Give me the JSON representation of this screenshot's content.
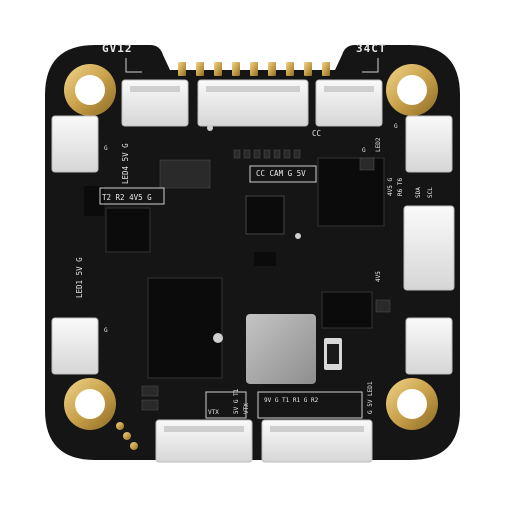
{
  "board": {
    "colors": {
      "pcb": "#151515",
      "connector": "#ededed",
      "pad_gold": "#c9a24b",
      "silkscreen": "#e9e9e9",
      "chip": "#0b0b0b",
      "inductor": "#a7a7a7"
    },
    "labels": {
      "gv12": "GV12",
      "ct34": "34CT",
      "led4": "LED4 5V G",
      "t2r2": "T2 R2 4V5 G",
      "cc_cam": "CC CAM G 5V",
      "cc": "CC",
      "led2": "LED2",
      "v45_g": "4V5 G",
      "r6t6": "R6 T6",
      "sda": "SDA",
      "scl": "SCL",
      "v45": "4V5",
      "led1": "LED1 5V G",
      "g_left_top": "G",
      "g_left_bottom": "G",
      "g_right_top": "G",
      "g_top_right": "G",
      "vtx1": "VTX",
      "vtx2": "VTX",
      "vtx_pins": "5V G T1",
      "bottom_pins": "9V G T1 R1 G R2",
      "g5v_led1": "G 5V LED1"
    }
  }
}
